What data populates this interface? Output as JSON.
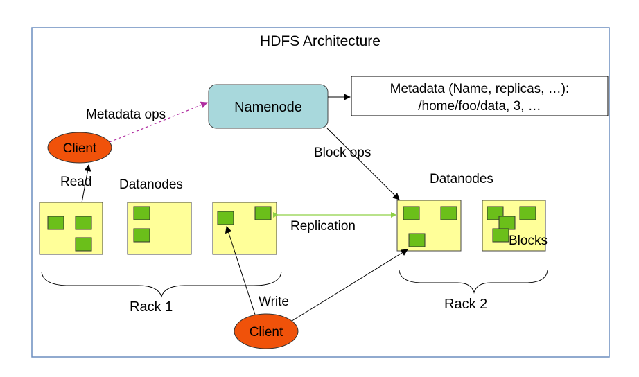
{
  "title": "HDFS Architecture",
  "namenode": {
    "label": "Namenode"
  },
  "metadata": {
    "line1": "Metadata (Name, replicas, …):",
    "line2": "/home/foo/data, 3, …"
  },
  "clients": {
    "top_label": "Client",
    "bottom_label": "Client"
  },
  "labels": {
    "metadata_ops": "Metadata ops",
    "block_ops": "Block ops",
    "read": "Read",
    "write": "Write",
    "replication": "Replication",
    "datanodes_left": "Datanodes",
    "datanodes_right": "Datanodes",
    "blocks": "Blocks",
    "rack1": "Rack 1",
    "rack2": "Rack 2"
  },
  "colors": {
    "frame": "#6c8ebf",
    "namenode_fill": "#a8d8dc",
    "client_fill": "#f0520a",
    "datanode_fill": "#ffff99",
    "block_fill": "#6bbf1a",
    "metadata_ops_arrow": "#b02ca0",
    "replication_arrow": "#8fd046"
  }
}
